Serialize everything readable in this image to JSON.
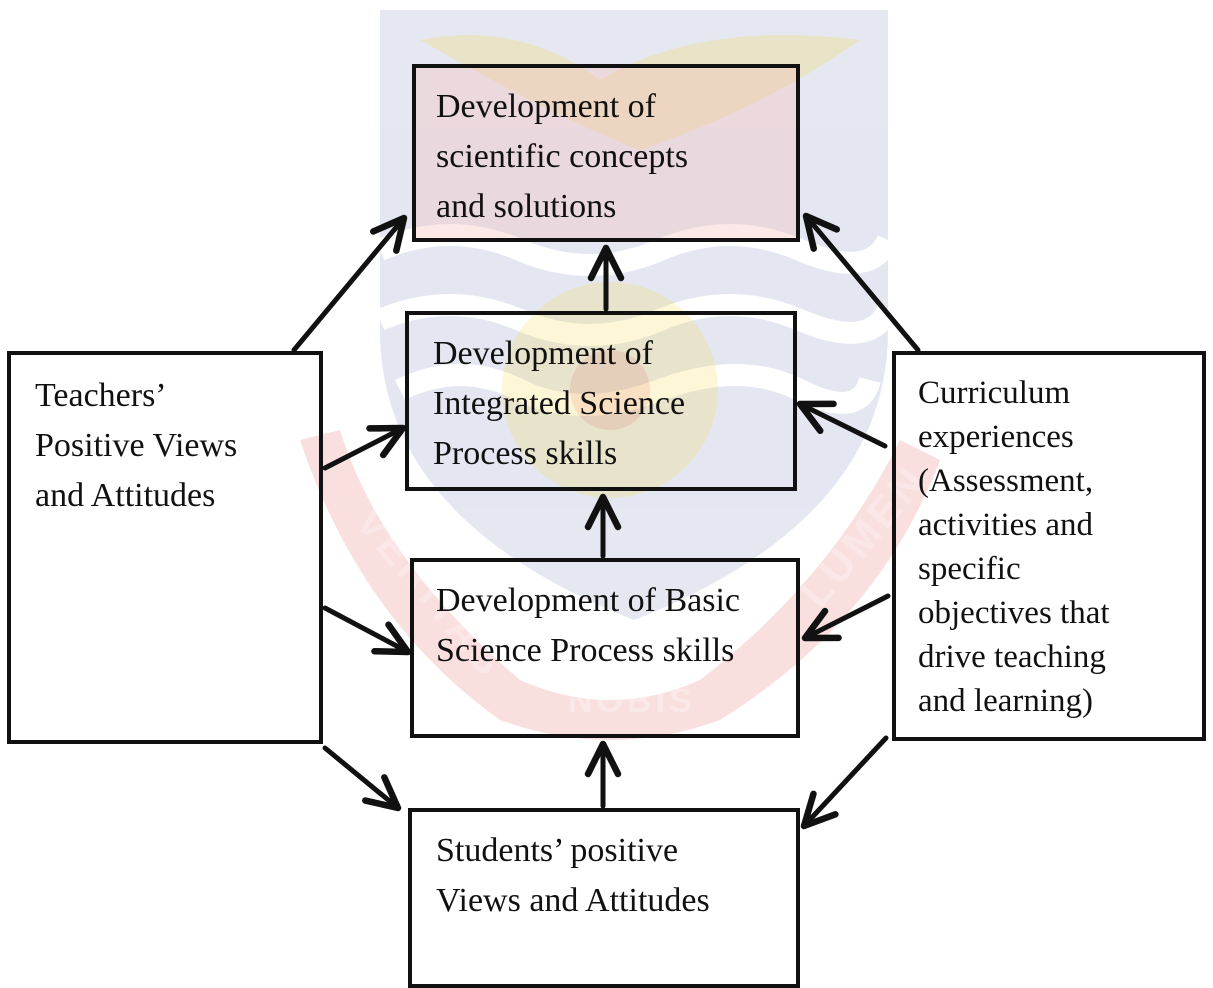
{
  "watermark": {
    "motto_left": "VERITAS",
    "motto_right": "LUMEN",
    "motto_bottom": "NOBIS"
  },
  "diagram": {
    "boxes": {
      "concepts": "Development of\nscientific concepts\nand solutions",
      "integrated": "Development of\nIntegrated Science\nProcess skills",
      "basic": "Development of Basic\nScience Process skills",
      "students": "Students’ positive\nViews and Attitudes",
      "teachers": "Teachers’\nPositive Views\nand Attitudes",
      "curriculum": "Curriculum\nexperiences\n(Assessment,\nactivities and\nspecific\nobjectives that\ndrive teaching\nand learning)"
    }
  },
  "colors": {
    "stroke": "#111111",
    "watermark_red": "#e23a3a",
    "watermark_blue": "#2e3f8f",
    "watermark_yellow": "#f5d94a"
  }
}
